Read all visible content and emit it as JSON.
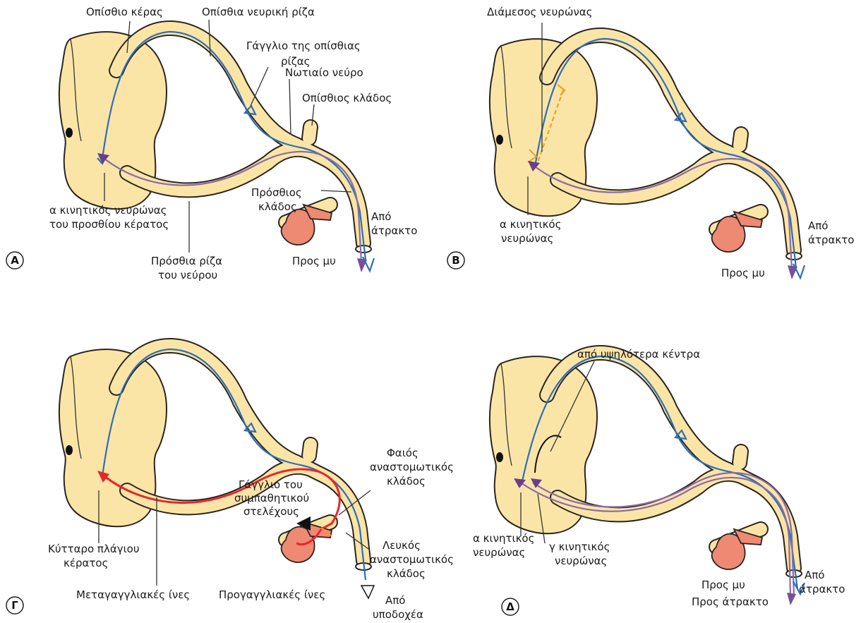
{
  "colors": {
    "sensory": "#2c6fb8",
    "motor": "#8a6aa8",
    "autonomic": "#e8262a",
    "interneuron": "#f0a020",
    "cord": "#fbe5a6",
    "muscle": "#ee8a73"
  },
  "panels": {
    "A": {
      "badge": "Α",
      "labels": {
        "posterior_horn": "Οπίσθιο κέρας",
        "posterior_root": "Οπίσθια νευρική ρίζα",
        "root_ganglion_1": "Γάγγλιο της οπίσθιας",
        "root_ganglion_2": "ρίζας",
        "spinal_nerve": "Νωτιαίο νεύρο",
        "posterior_ramus": "Οπίσθιος κλάδος",
        "anterior_ramus_1": "Πρόσθιος",
        "anterior_ramus_2": "κλάδος",
        "from_spindle_1": "Από",
        "from_spindle_2": "άτρακτο",
        "alpha_motor_1": "α κινητικός νευρώνας",
        "alpha_motor_2": "του προσθίου κέρατος",
        "anterior_root_1": "Πρόσθια ρίζα",
        "anterior_root_2": "του νεύρου",
        "to_muscle": "Προς μυ"
      }
    },
    "B": {
      "badge": "Β",
      "labels": {
        "interneuron": "Διάμεσος νευρώνας",
        "alpha_motor_1": "α κινητικός",
        "alpha_motor_2": "νευρώνας",
        "from_spindle_1": "Από",
        "from_spindle_2": "άτρακτο",
        "to_muscle": "Προς μυ"
      }
    },
    "C": {
      "badge": "Γ",
      "labels": {
        "gray_ramus_1": "Φαιός",
        "gray_ramus_2": "αναστομωτικός",
        "gray_ramus_3": "κλάδος",
        "ganglion_1": "Γάγγλιο του",
        "ganglion_2": "συμπαθητικού",
        "ganglion_3": "στελέχους",
        "white_ramus_1": "Λευκός",
        "white_ramus_2": "αναστομωτικός",
        "white_ramus_3": "κλάδος",
        "lateral_horn_1": "Κύτταρο πλάγιου",
        "lateral_horn_2": "κέρατος",
        "postganglionic": "Μεταγαγγλιακές ίνες",
        "preganglionic": "Προγαγγλιακές ίνες",
        "from_receptor_1": "Από",
        "from_receptor_2": "υποδοχέα"
      }
    },
    "D": {
      "badge": "Δ",
      "labels": {
        "higher_centers": "από υψηλότερα κέντρα",
        "alpha_motor_1": "α κινητικός",
        "alpha_motor_2": "νευρώνας",
        "gamma_motor_1": "γ κινητικός",
        "gamma_motor_2": "νευρώνας",
        "from_spindle_1": "Από",
        "from_spindle_2": "άτρακτο",
        "to_muscle": "Προς μυ",
        "to_spindle": "Προς άτρακτο"
      }
    }
  }
}
